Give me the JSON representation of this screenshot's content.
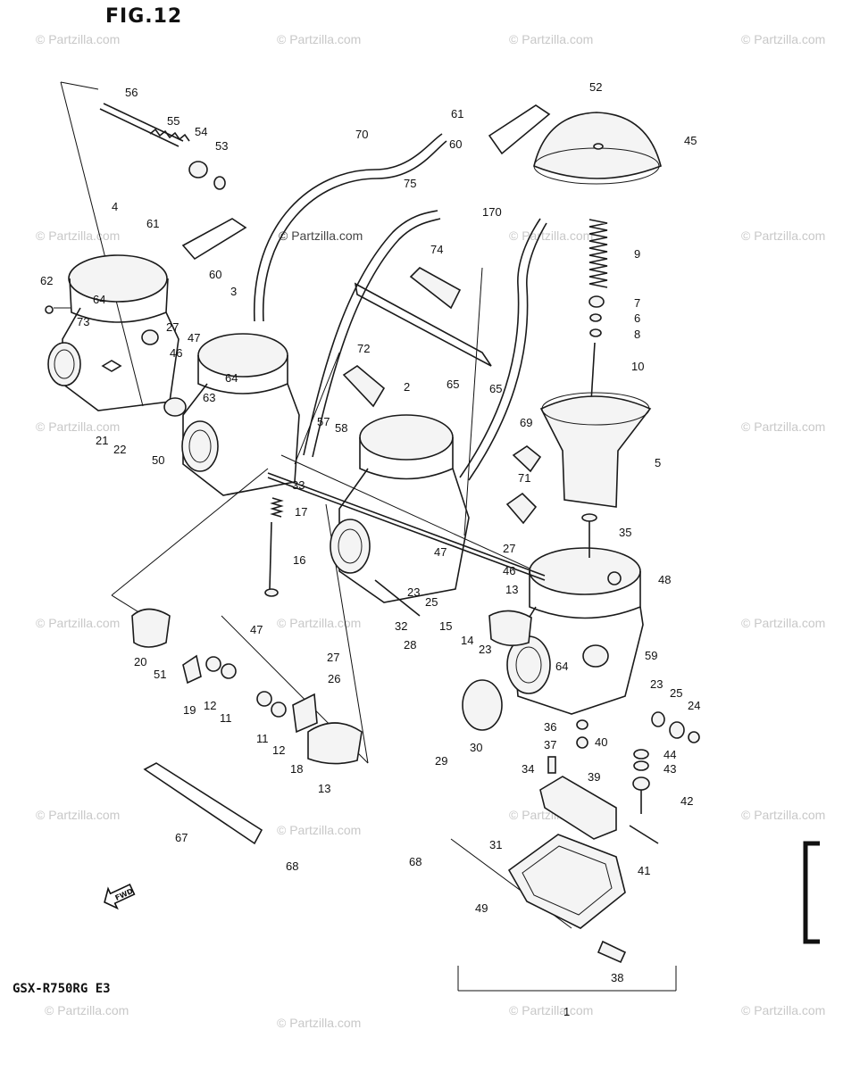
{
  "figure": {
    "title": "FIG.12"
  },
  "model_code": "GSX-R750RG E3",
  "watermark": {
    "text": "© Partzilla.com"
  },
  "fwd_label": "FWD",
  "callouts": {
    "c1": "1",
    "c2": "2",
    "c3": "3",
    "c4": "4",
    "c5": "5",
    "c6": "6",
    "c7": "7",
    "c8": "8",
    "c9": "9",
    "c10": "10",
    "c11a": "11",
    "c11b": "11",
    "c12a": "12",
    "c12b": "12",
    "c13a": "13",
    "c13b": "13",
    "c14": "14",
    "c15": "15",
    "c16": "16",
    "c17": "17",
    "c18": "18",
    "c19": "19",
    "c20": "20",
    "c21": "21",
    "c22": "22",
    "c23a": "23",
    "c23b": "23",
    "c23c": "23",
    "c24": "24",
    "c25a": "25",
    "c25b": "25",
    "c26": "26",
    "c27a": "27",
    "c27b": "27",
    "c27c": "27",
    "c28": "28",
    "c29": "29",
    "c30": "30",
    "c32": "32",
    "c33": "33",
    "c34": "34",
    "c35": "35",
    "c36": "36",
    "c37": "37",
    "c38": "38",
    "c39": "39",
    "c40": "40",
    "c41": "41",
    "c42": "42",
    "c43": "43",
    "c44": "44",
    "c45": "45",
    "c46a": "46",
    "c46b": "46",
    "c47a": "47",
    "c47b": "47",
    "c47c": "47",
    "c48": "48",
    "c49": "49",
    "c50": "50",
    "c51": "51",
    "c52": "52",
    "c53": "53",
    "c54": "54",
    "c55": "55",
    "c56": "56",
    "c57": "57",
    "c58": "58",
    "c59": "59",
    "c60a": "60",
    "c60b": "60",
    "c61a": "61",
    "c61b": "61",
    "c62": "62",
    "c63": "63",
    "c64a": "64",
    "c64b": "64",
    "c64c": "64",
    "c65a": "65",
    "c65b": "65",
    "c67": "67",
    "c68a": "68",
    "c68b": "68",
    "c69": "69",
    "c70": "70",
    "c170": "170",
    "c71": "71",
    "c72": "72",
    "c73": "73",
    "c74": "74",
    "c75": "75"
  }
}
